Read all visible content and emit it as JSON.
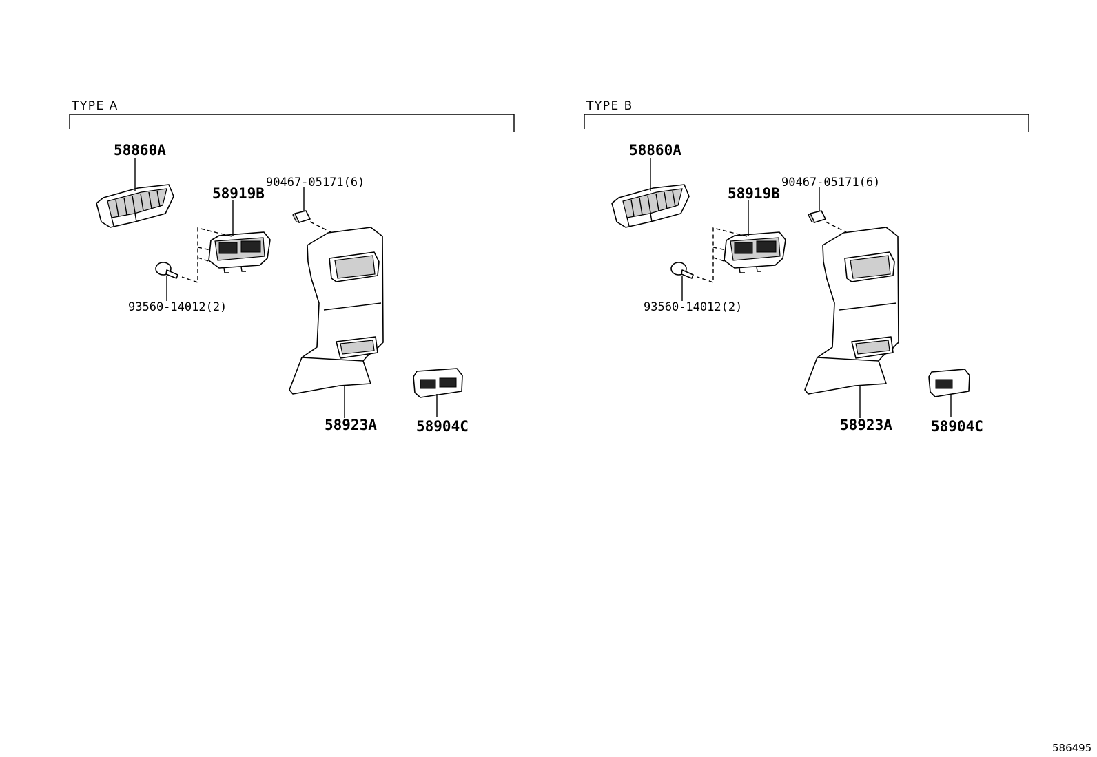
{
  "groups": [
    {
      "type_label": "TYPE A",
      "labels": {
        "vent": "58860A",
        "bracket": "58919B",
        "clip": "90467-05171(6)",
        "screw": "93560-14012(2)",
        "panel": "58923A",
        "socket": "58904C"
      }
    },
    {
      "type_label": "TYPE B",
      "labels": {
        "vent": "58860A",
        "bracket": "58919B",
        "clip": "90467-05171(6)",
        "screw": "93560-14012(2)",
        "panel": "58923A",
        "socket": "58904C"
      }
    }
  ],
  "diagram_id": "586495"
}
